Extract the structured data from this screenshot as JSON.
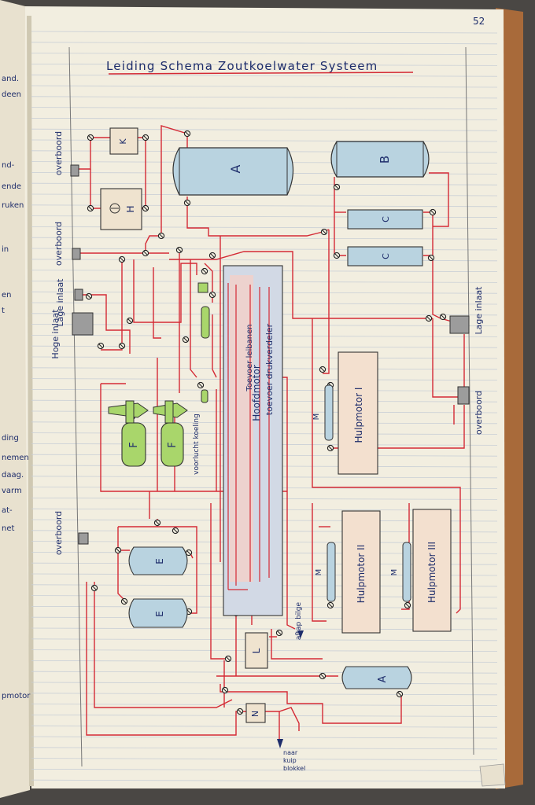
{
  "page": {
    "number": "52",
    "title": "Leiding Schema Zoutkoelwater Systeem"
  },
  "tanks": {
    "A_top": "A",
    "B_top": "B",
    "C1": "C",
    "C2": "C",
    "E1": "E",
    "E2": "E",
    "A_bottom": "A"
  },
  "boxes": {
    "K": "K",
    "H": "H",
    "L": "L",
    "N": "N"
  },
  "pumps": {
    "F1": "F",
    "F2": "F"
  },
  "motors": {
    "M1": "M",
    "M2": "M",
    "M3": "M"
  },
  "labels": {
    "overboord_1": "overboord",
    "overboord_2": "overboord",
    "overboord_3": "overboord",
    "overboord_4": "overboord",
    "lage_inlaat_left": "Lage inlaat",
    "hoge_inlaat": "Hoge inlaat",
    "lage_inlaat_right": "Lage inlaat",
    "voorlucht": "voorlucht koeling",
    "main_engine_1": "Hoofdmotor",
    "main_engine_2": "toevoer drukverdeler",
    "main_engine_3": "Toevoer leibanen",
    "hulpmotor_1": "Hulpmotor I",
    "hulpmotor_2": "Hulpmotor II",
    "hulpmotor_3": "Hulpmotor III",
    "aftap": "aftap bilge",
    "naar_kuip_1": "naar",
    "naar_kuip_2": "kuip",
    "naar_kuip_3": "blokkel"
  },
  "margin_text": [
    "and.",
    "deen",
    "nd-",
    "ende",
    "ruken",
    "in",
    "en",
    "t",
    "ding",
    "nemen",
    "daag.",
    "varm",
    "at-",
    "net",
    "pmotor"
  ],
  "colors": {
    "pipe": "#d42a35",
    "tank": "#b9d3e0",
    "pump": "#a9d66b",
    "ink": "#1e2d6b"
  }
}
